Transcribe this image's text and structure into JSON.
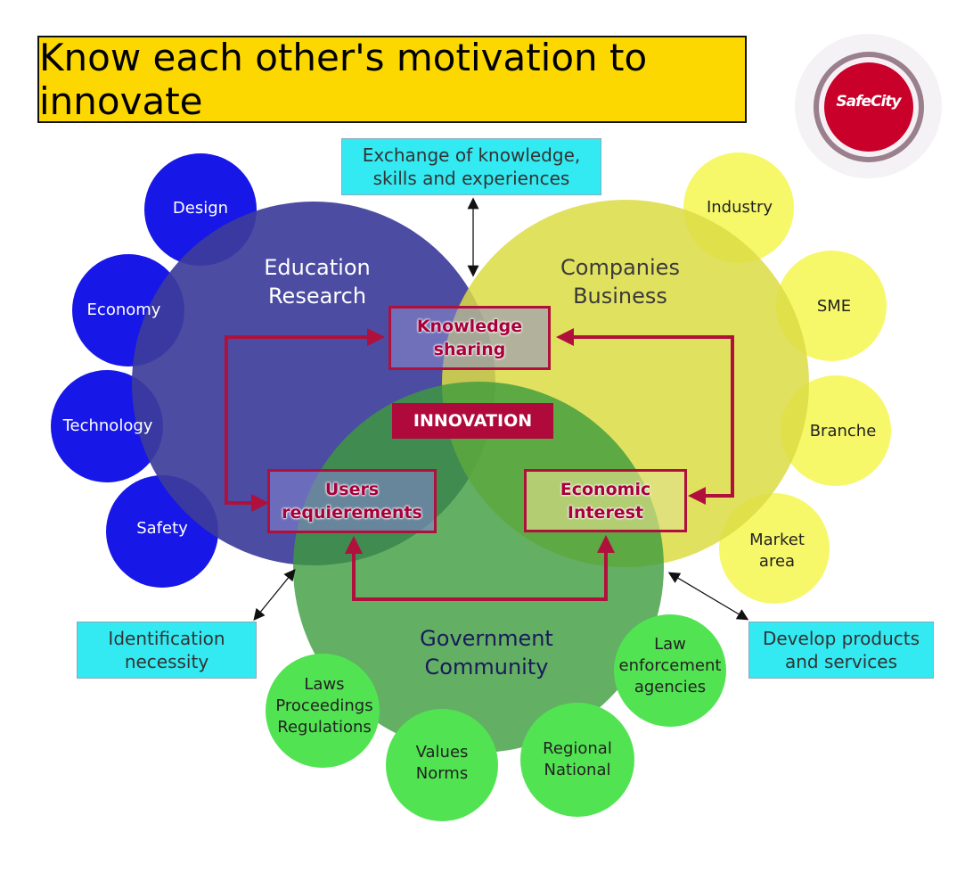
{
  "title": "Know each other's motivation to innovate",
  "logo": {
    "text": "SafeCity"
  },
  "sectors": {
    "education": "Education\nResearch",
    "companies": "Companies\nBusiness",
    "government": "Government\nCommunity"
  },
  "education_bubbles": [
    "Design",
    "Economy",
    "Technology",
    "Safety"
  ],
  "companies_bubbles": [
    "Industry",
    "SME",
    "Branche",
    "Market\narea"
  ],
  "government_bubbles": [
    "Laws\nProceedings\nRegulations",
    "Values\nNorms",
    "Regional\nNational",
    "Law\nenforcement\nagencies"
  ],
  "center": {
    "knowledge": "Knowledge\nsharing",
    "innovation": "INNOVATION",
    "users": "Users\nrequierements",
    "economic": "Economic\nInterest"
  },
  "callouts": {
    "exchange": "Exchange of knowledge,\nskills and experiences",
    "identification": "Identification\nnecessity",
    "develop": "Develop products\nand services"
  },
  "colors": {
    "education": "#3d3d9a",
    "companies": "#dcdc44",
    "government": "#3c9b3c",
    "blue_bubble": "#1717e8",
    "yellow_bubble": "#f7f76a",
    "green_bubble": "#52e352",
    "accent": "#b0103c",
    "title_bg": "#fdd700",
    "callout_bg": "#33eaf2"
  }
}
